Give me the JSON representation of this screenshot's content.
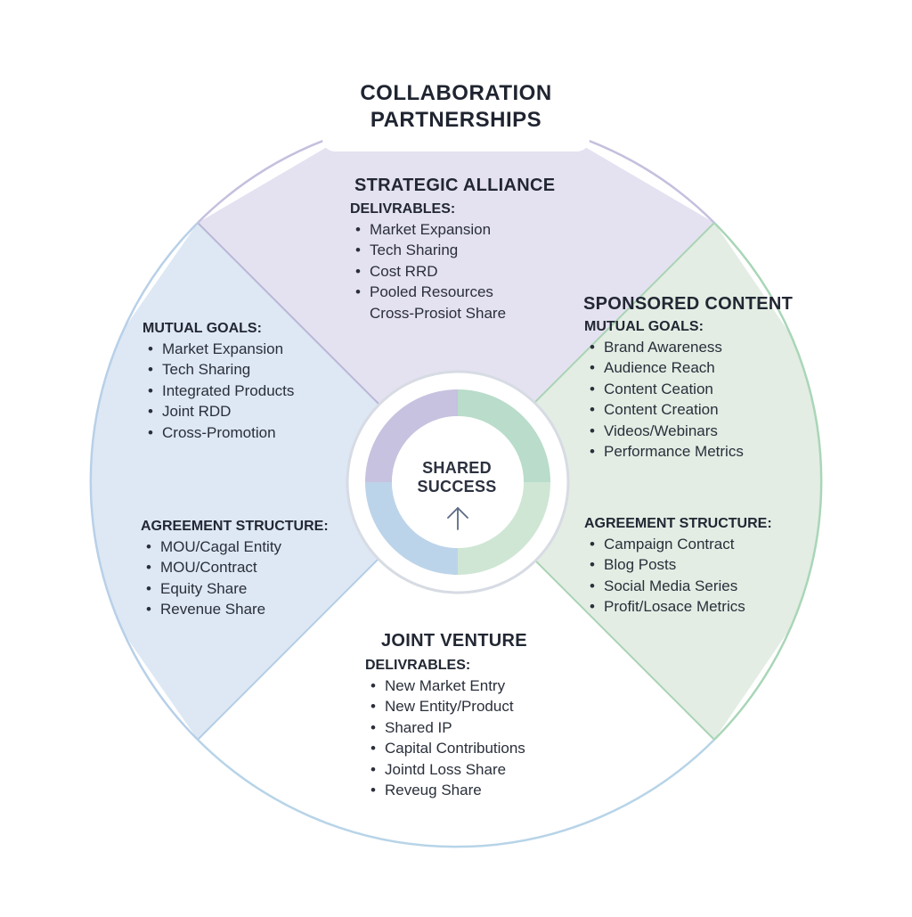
{
  "title": {
    "line1": "COLLABORATION",
    "line2": "PARTNERSHIPS"
  },
  "colors": {
    "purple": "#e4e2f1",
    "blue": "#dde8f4",
    "green": "#e3ede4",
    "bottom": "#ffffff",
    "purple_ring": "#c6c1df",
    "blue_ring": "#b9d2ea",
    "green_ring": "#b7dbc9"
  },
  "top_section": {
    "title": "STRATEGIC ALLIANCE",
    "subhead": "DELIVRABLES:",
    "items": [
      "Market Expansion",
      "Tech Sharing",
      "Cost RRD",
      "Pooled Resources",
      "Cross-Prosiot Share"
    ]
  },
  "left_section": {
    "goals_head": "MUTUAL GOALS:",
    "goals": [
      "Market Expansion",
      "Tech Sharing",
      "Integrated Products",
      "Joint RDD",
      "Cross-Promotion"
    ],
    "structure_head": "AGREEMENT STRUCTURE:",
    "structure": [
      "MOU/Cagal Entity",
      "MOU/Contract",
      "Equity Share",
      "Revenue Share"
    ]
  },
  "right_section": {
    "title": "SPONSORED CONTENT",
    "goals_head": "MUTUAL GOALS:",
    "goals": [
      "Brand Awareness",
      "Audience Reach",
      "Content Ceation",
      "Content Creation",
      "Videos/Webinars",
      "Performance Metrics"
    ],
    "structure_head": "AGREEMENT STRUCTURE:",
    "structure": [
      "Campaign Contract",
      "Blog Posts",
      "Social Media Series",
      "Profit/Losace Metrics"
    ]
  },
  "bottom_section": {
    "title": "JOINT VENTURE",
    "subhead": "DELIVRABLES:",
    "items": [
      "New Market Entry",
      "New Entity/Product",
      "Shared IP",
      "Capital Contributions",
      "Jointd Loss Share",
      "Reveug Share"
    ]
  },
  "center": {
    "line1": "SHARED",
    "line2": "SUCCESS",
    "icon": "arrow-up-icon"
  }
}
